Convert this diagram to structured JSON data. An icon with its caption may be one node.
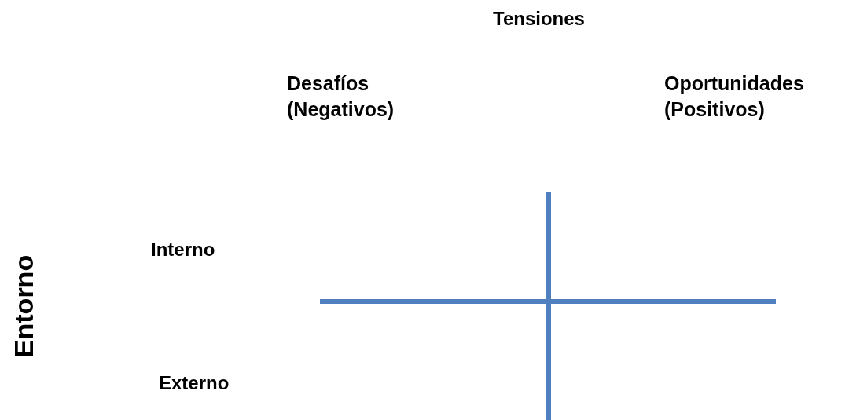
{
  "diagram": {
    "labels": [
      "Tensiones",
      "Desafíos (Negativos)",
      "Oportunidades (Positivos)",
      "Entorno",
      "Interno",
      "Externo"
    ]
  }
}
